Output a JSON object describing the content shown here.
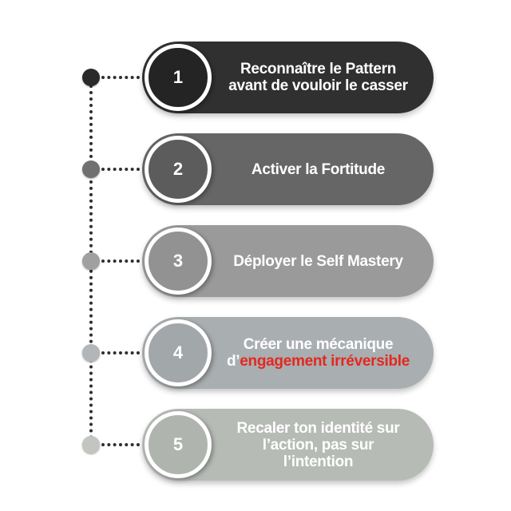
{
  "steps": [
    {
      "number": "1",
      "lines": [
        "Reconnaître le Pattern",
        "avant de vouloir le casser"
      ],
      "color": "#303030",
      "dot": "#2a2a2a"
    },
    {
      "number": "2",
      "lines": [
        "Activer la Fortitude"
      ],
      "color": "#666666",
      "dot": "#707070"
    },
    {
      "number": "3",
      "lines": [
        "Déployer le Self Mastery"
      ],
      "color": "#9a9a9a",
      "dot": "#a0a0a0"
    },
    {
      "number": "4",
      "line1": "Créer une mécanique",
      "line2_prefix": "d’",
      "line2_highlight": "engagement irréversible",
      "color": "#a9aeb0",
      "dot": "#b3b6b8",
      "highlight_color": "#e3281f"
    },
    {
      "number": "5",
      "lines": [
        "Recaler ton identité sur",
        "l’action, pas sur",
        "l’intention"
      ],
      "color": "#b7bbb6",
      "dot": "#c2c5c0"
    }
  ]
}
